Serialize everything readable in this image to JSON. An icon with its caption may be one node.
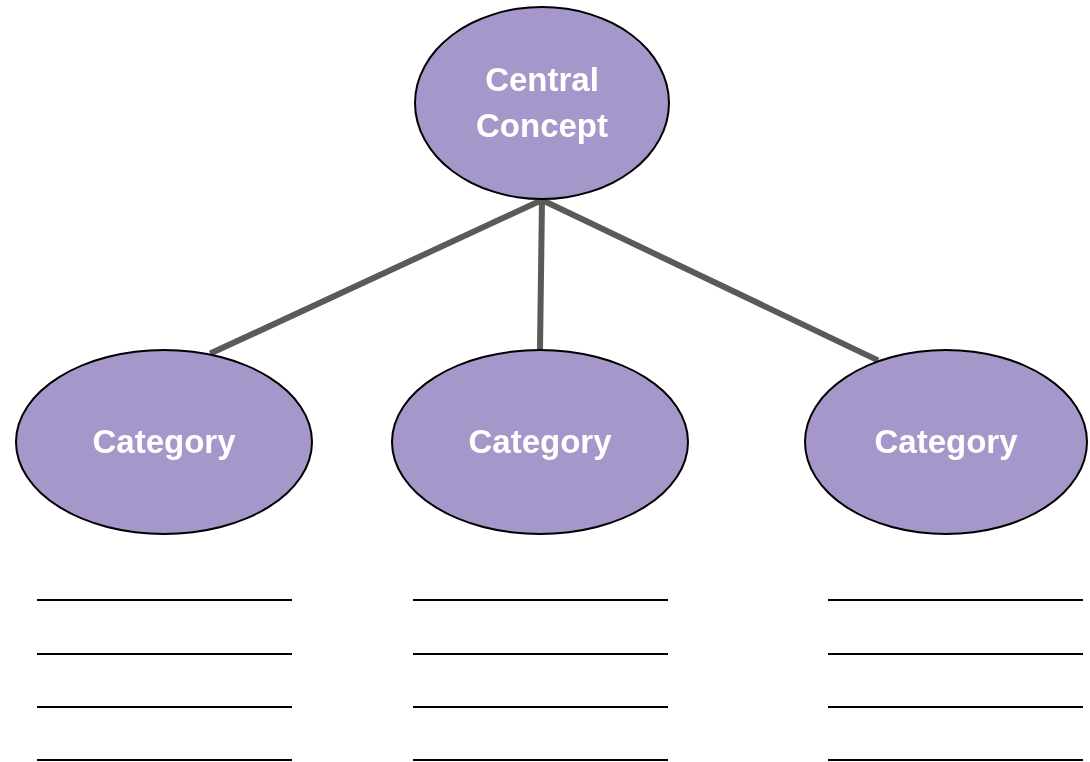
{
  "diagram": {
    "nodes": [
      {
        "text": [
          "Central Concept"
        ]
      },
      {
        "text": [
          "Category"
        ]
      },
      {
        "text": [
          "Category"
        ]
      },
      {
        "text": [
          "Category"
        ]
      }
    ],
    "edges": [
      {
        "from": 0,
        "to": 1,
        "arrow": "none"
      },
      {
        "from": 0,
        "to": 2,
        "arrow": "none"
      },
      {
        "from": 0,
        "to": 3,
        "arrow": "none"
      }
    ]
  }
}
